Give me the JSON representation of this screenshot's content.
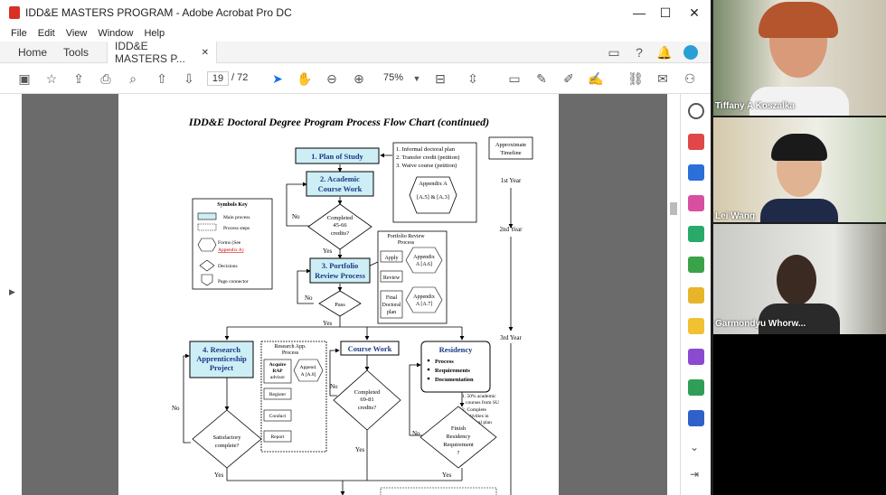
{
  "window": {
    "title": "IDD&E MASTERS PROGRAM - Adobe Acrobat Pro DC",
    "minimize": "—",
    "maximize": "☐",
    "close": "✕"
  },
  "menu": [
    "File",
    "Edit",
    "View",
    "Window",
    "Help"
  ],
  "tabs": {
    "home": "Home",
    "tools": "Tools",
    "doc": "IDD&E MASTERS P...",
    "doc_close": "✕"
  },
  "toolbar": {
    "page_current": "19",
    "page_total": "/ 72",
    "zoom": "75%"
  },
  "chart": {
    "title": "IDD&E Doctoral Degree Program Process Flow Chart (continued)",
    "plan_of_study": "1.   Plan of Study",
    "plan_notes": [
      "1. Informal doctoral plan",
      "2. Transfer credit (petition)",
      "3. Waive course (petition)"
    ],
    "appendix_a": "Appendix A",
    "appendix_a_refs": "[A.5] & [A.3]",
    "timeline_header": [
      "Approximate",
      "Timeline"
    ],
    "timeline": [
      "1st Year",
      "2nd Year",
      "3rd Year"
    ],
    "academic": [
      "2. Academic",
      "Course Work"
    ],
    "symbols_key": "Symbols Key",
    "key_items": [
      "Main process",
      "Process steps",
      "Forms  (See",
      "Appendix A)",
      "Decisions",
      "Page connector"
    ],
    "completed_1": [
      "Completed",
      "45-66",
      "credits?"
    ],
    "no": "No",
    "yes": "Yes",
    "portfolio_review_process": [
      "Portfolio Review",
      "Process"
    ],
    "apply": "Apply",
    "review": "Review",
    "final_plan": [
      "Final",
      "Doctoral",
      "plan"
    ],
    "appendix_a6": [
      "Appendix",
      "A [A.6]"
    ],
    "appendix_a7": [
      "Appendix",
      "A [A.7]"
    ],
    "portfolio": [
      "3. Portfolio",
      "Review Process"
    ],
    "pass": "Pass",
    "research": [
      "4. Research",
      "Apprenticeship",
      "Project"
    ],
    "research_app_process": [
      "Research App.",
      "Process"
    ],
    "acquire": [
      "Acquire",
      "RAP",
      "advisor"
    ],
    "appendix_a8": [
      "Append.",
      "A [A.8]"
    ],
    "register": "Register",
    "conduct": "Conduct",
    "report": "Report",
    "course_work": "Course Work",
    "completed_2": [
      "Completed",
      "69-81",
      "credits?"
    ],
    "residency": "Residency",
    "residency_items": [
      "Process",
      "Requirements",
      "Documentation"
    ],
    "residency_notes": [
      "1. 50% academic",
      "courses from SU",
      "2. Complete",
      "activities in",
      "doctoral plan"
    ],
    "finish_residency": [
      "Finish",
      "Residency",
      "Requirement",
      "?"
    ],
    "satisfactory": [
      "Satisfactory",
      "complete?"
    ]
  },
  "participants": [
    {
      "name": "Tiffany A Koszalka"
    },
    {
      "name": "Lei Wang"
    },
    {
      "name": "Garmondyu Whorw..."
    }
  ]
}
